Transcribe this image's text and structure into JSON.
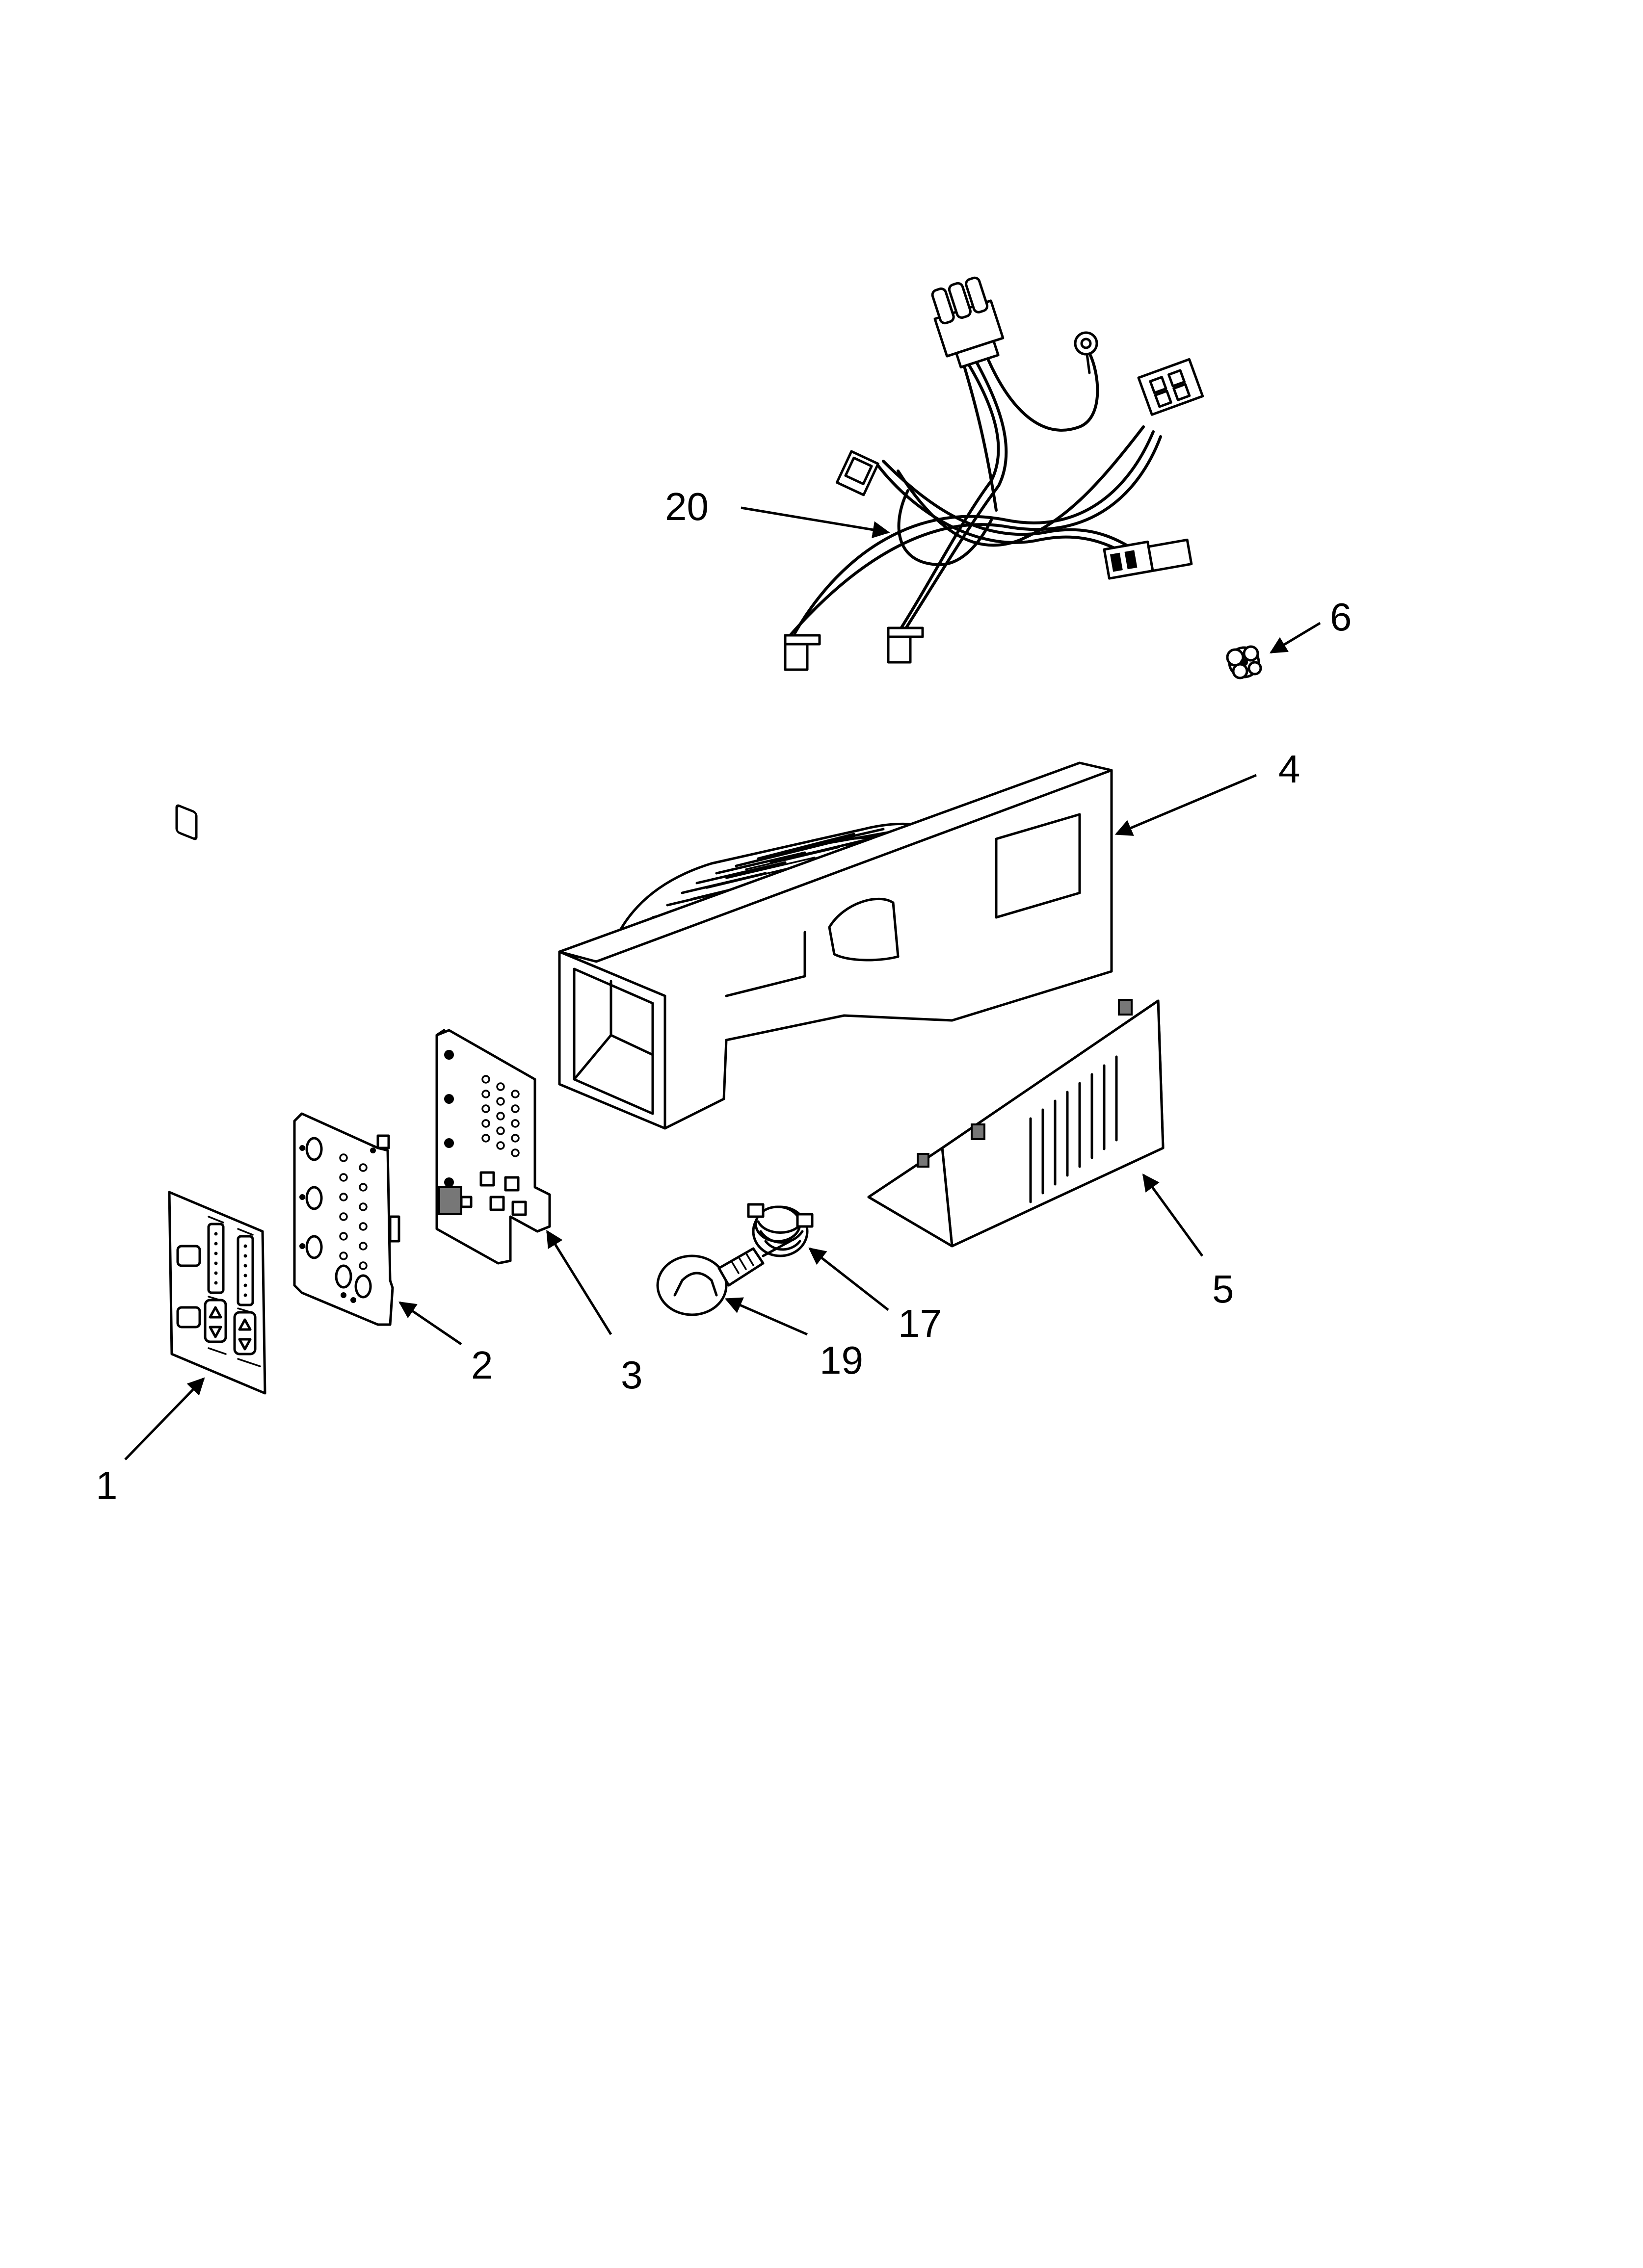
{
  "callouts": {
    "p1": "1",
    "p2": "2",
    "p3": "3",
    "p4": "4",
    "p5": "5",
    "p6": "6",
    "p17": "17",
    "p19": "19",
    "p20": "20"
  },
  "colors": {
    "line": "#000000",
    "background": "#ffffff",
    "shade": "#d9d9d9"
  }
}
